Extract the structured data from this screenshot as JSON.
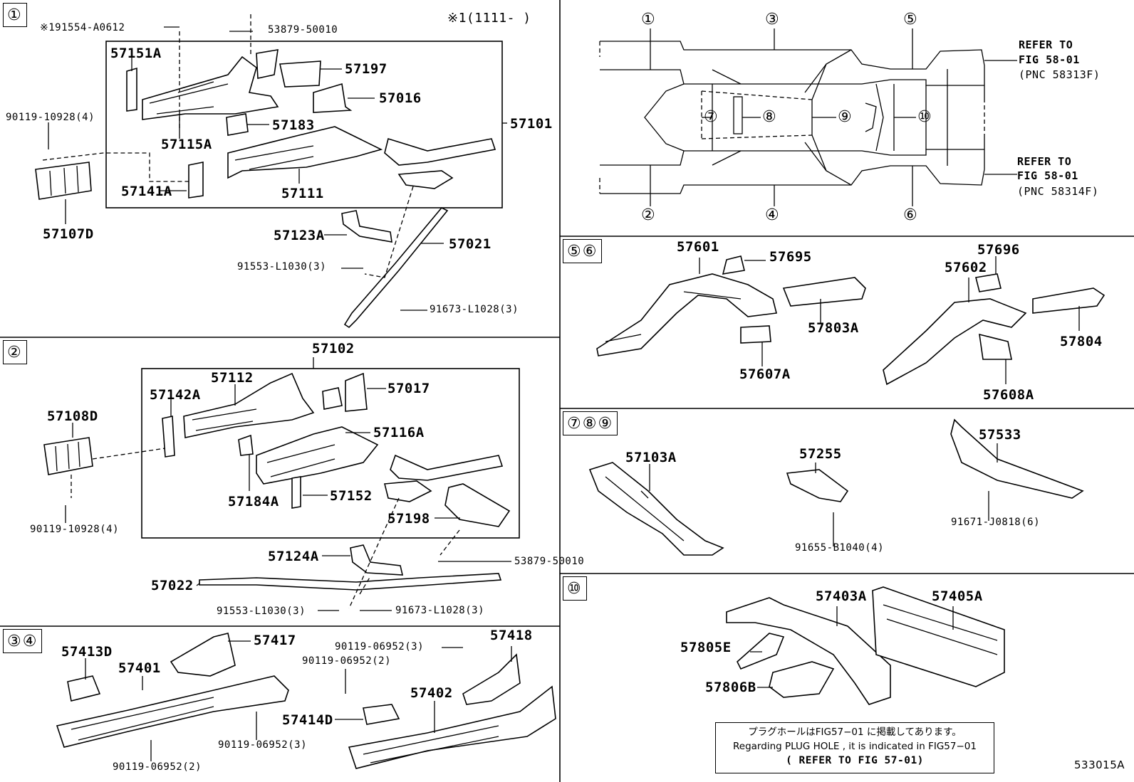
{
  "sections": {
    "s1": "①",
    "s2": "②",
    "s34": "③④",
    "s56": "⑤⑥",
    "s789": "⑦⑧⑨",
    "s10": "⑩"
  },
  "footnote_mark": "※1(1111-     )",
  "diagram_id": "533015A",
  "overview": {
    "callouts": [
      "①",
      "②",
      "③",
      "④",
      "⑤",
      "⑥",
      "⑦",
      "⑧",
      "⑨",
      "⑩"
    ],
    "refer_top": [
      "REFER TO",
      "FIG 58-01",
      "(PNC 58313F)"
    ],
    "refer_bottom": [
      "REFER TO",
      "FIG 58-01",
      "(PNC 58314F)"
    ]
  },
  "labels": {
    "p191554": "※191554-A0612",
    "p53879a": "53879-50010",
    "p57151A": "57151A",
    "p57197": "57197",
    "p57016": "57016",
    "p90119a": "90119-10928(4)",
    "p57183": "57183",
    "p57101": "57101",
    "p57115A": "57115A",
    "p57141A": "57141A",
    "p57111": "57111",
    "p57107D": "57107D",
    "p57123A": "57123A",
    "p57021": "57021",
    "p91553a": "91553-L1030(3)",
    "p91673a": "91673-L1028(3)",
    "p57102": "57102",
    "p57112": "57112",
    "p57017": "57017",
    "p57142A": "57142A",
    "p57108D": "57108D",
    "p57116A": "57116A",
    "p57184A": "57184A",
    "p57152": "57152",
    "p57198": "57198",
    "p90119b": "90119-10928(4)",
    "p57124A": "57124A",
    "p53879b": "53879-50010",
    "p57022": "57022",
    "p91553b": "91553-L1030(3)",
    "p91673b": "91673-L1028(3)",
    "p57417": "57417",
    "p57413D": "57413D",
    "p57401": "57401",
    "p90119c3": "90119-06952(3)",
    "p90119c2": "90119-06952(2)",
    "p57418": "57418",
    "p90119d3": "90119-06952(3)",
    "p90119d2": "90119-06952(2)",
    "p57402": "57402",
    "p57414D": "57414D",
    "p57601": "57601",
    "p57695": "57695",
    "p57696": "57696",
    "p57602": "57602",
    "p57803A": "57803A",
    "p57607A": "57607A",
    "p57804": "57804",
    "p57608A": "57608A",
    "p57103A": "57103A",
    "p57255": "57255",
    "p57533": "57533",
    "p91655": "91655-B1040(4)",
    "p91671": "91671-J0818(6)",
    "p57403A": "57403A",
    "p57405A": "57405A",
    "p57805E": "57805E",
    "p57806B": "57806B"
  },
  "note": {
    "line1": "プラグホールはFIG57−01 に掲載してあります。",
    "line2": "Regarding PLUG HOLE , it is indicated in FIG57−01",
    "line3": "( REFER TO FIG 57-01)"
  }
}
